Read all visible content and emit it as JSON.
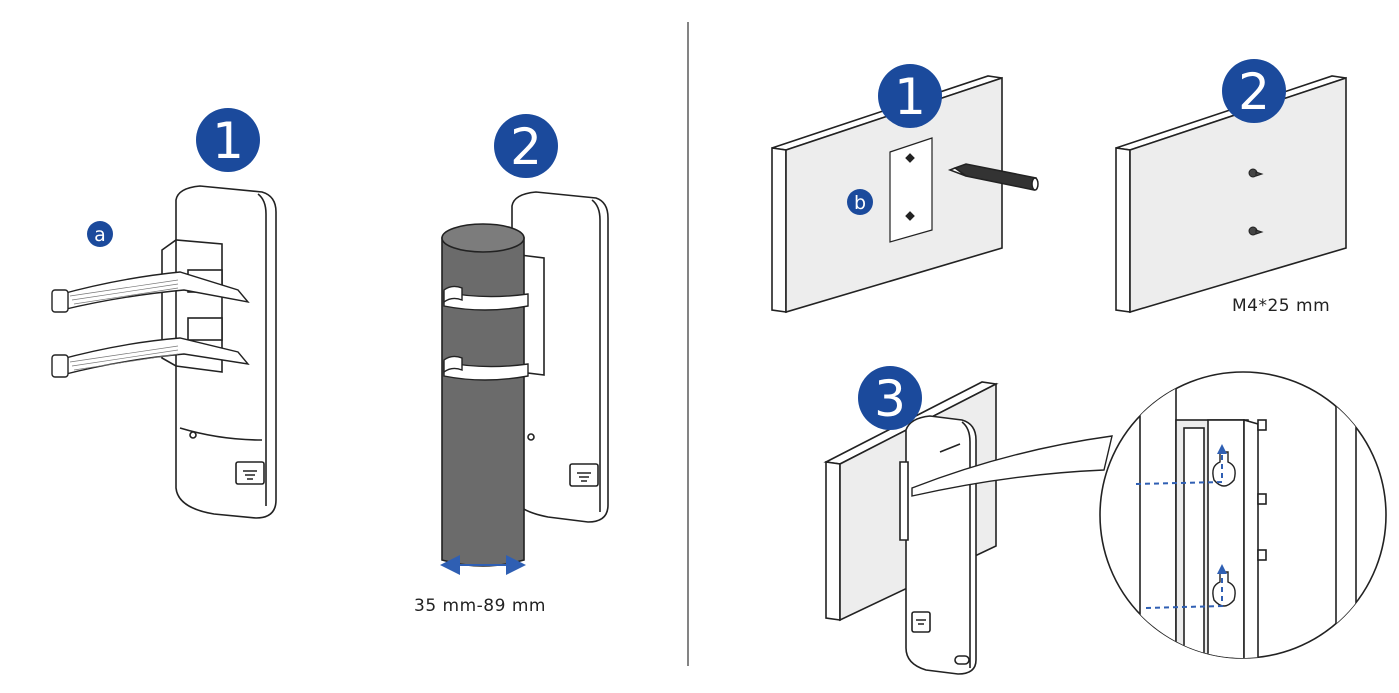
{
  "colors": {
    "badge": "#1b4a9c",
    "pole": "#6b6b6b",
    "wall": "#ededed",
    "line": "#222222",
    "guide": "#2f5fb3"
  },
  "left_panel": {
    "step1_number": "1",
    "step2_number": "2",
    "cable_tie_letter": "a",
    "pole_diameter_label": "35 mm-89 mm"
  },
  "right_panel": {
    "step1_number": "1",
    "step2_number": "2",
    "step3_number": "3",
    "template_letter": "b",
    "screw_label": "M4*25 mm"
  },
  "icons": [
    "cable-tie-icon",
    "pencil-icon",
    "screw-icon",
    "keyhole-icon",
    "double-arrow-icon"
  ]
}
